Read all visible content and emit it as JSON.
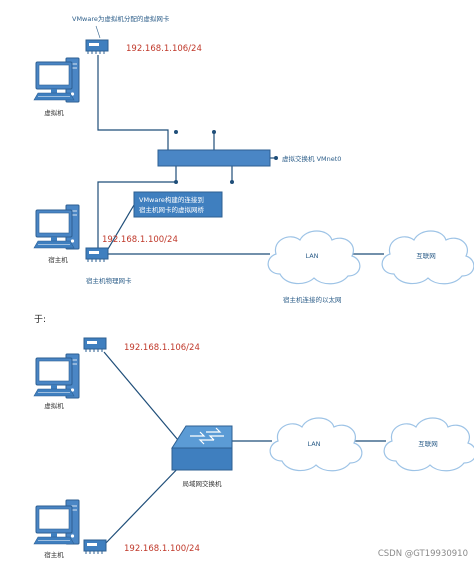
{
  "diagram1": {
    "vm_nic_note": "VMware为虚拟机分配的虚拟网卡",
    "vm_ip": "192.168.1.106/24",
    "vm_label": "虚拟机",
    "vswitch_label": "虚拟交换机 VMnet0",
    "bridge_note_line1": "VMware构建的连接到",
    "bridge_note_line2": "宿主机网卡的虚拟网桥",
    "host_ip": "192.168.1.100/24",
    "host_label": "宿主机",
    "host_nic_label": "宿主机物理网卡",
    "lan_label": "LAN",
    "internet_label": "互联网",
    "ethernet_label": "宿主机连接的以太网"
  },
  "separator_text": "于:",
  "diagram2": {
    "vm_ip": "192.168.1.106/24",
    "vm_label": "虚拟机",
    "switch_label": "局域网交换机",
    "lan_label": "LAN",
    "internet_label": "互联网",
    "host_ip": "192.168.1.100/24",
    "host_label": "宿主机"
  },
  "watermark": "CSDN @GT19930910",
  "colors": {
    "line": "#1f4e79",
    "device_fill": "#3f7fbf",
    "device_dark": "#2d5f92",
    "ip_text": "#c0392b",
    "label_text": "#2e5f8a",
    "cloud_stroke": "#9dc3e6"
  }
}
